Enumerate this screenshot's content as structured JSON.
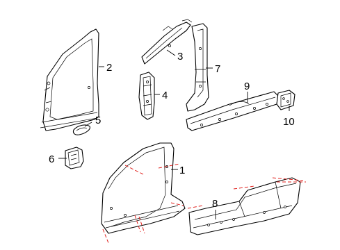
{
  "callouts": {
    "c1": "1",
    "c2": "2",
    "c3": "3",
    "c4": "4",
    "c5": "5",
    "c6": "6",
    "c7": "7",
    "c8": "8",
    "c9": "9",
    "c10": "10"
  },
  "colors": {
    "line": "#000000",
    "cut_line": "#e0201c",
    "background": "#ffffff"
  }
}
